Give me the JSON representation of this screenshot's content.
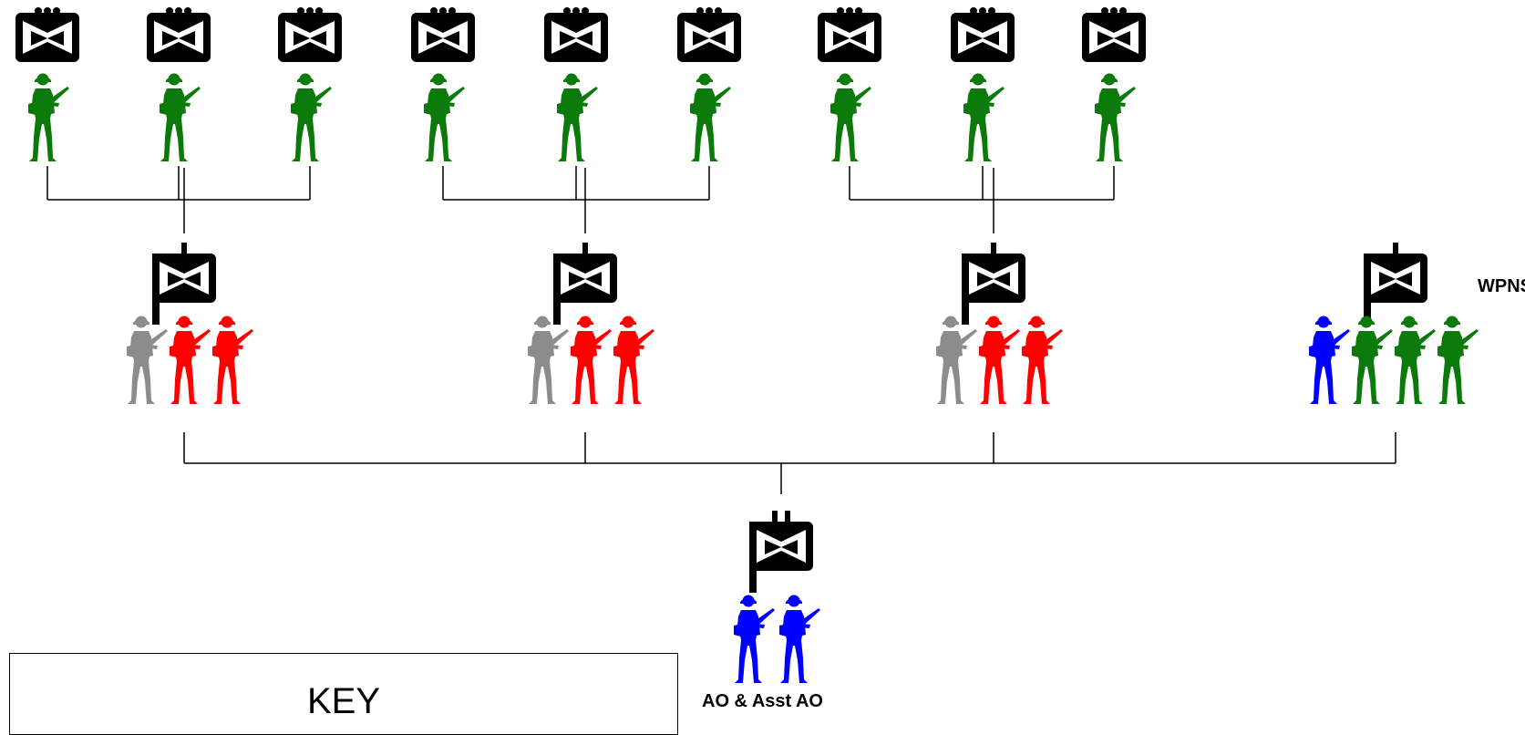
{
  "colors": {
    "green": "#0a7a0a",
    "red": "#ff0000",
    "gray": "#8c8c8c",
    "blue": "#0000ff",
    "black": "#000000"
  },
  "labels": {
    "wpns": "WPNS",
    "ao": "AO & Asst AO"
  },
  "key": {
    "title": "KEY"
  },
  "icons": {
    "soldier": "soldier-silhouette-icon",
    "squad": "infantry-squad-symbol-icon",
    "platoon": "infantry-platoon-symbol-icon",
    "company": "infantry-company-hq-symbol-icon"
  },
  "structure": {
    "platoons": [
      {
        "squads": 3,
        "hq_soldier_colors": [
          "gray",
          "red",
          "red"
        ]
      },
      {
        "squads": 3,
        "hq_soldier_colors": [
          "gray",
          "red",
          "red"
        ]
      },
      {
        "squads": 3,
        "hq_soldier_colors": [
          "gray",
          "red",
          "red"
        ]
      },
      {
        "squads": 0,
        "hq_soldier_colors": [
          "blue",
          "green",
          "green",
          "green"
        ],
        "label": "wpns"
      }
    ],
    "squad_soldier_color": "green",
    "hq_soldier_colors": [
      "blue",
      "blue"
    ]
  }
}
